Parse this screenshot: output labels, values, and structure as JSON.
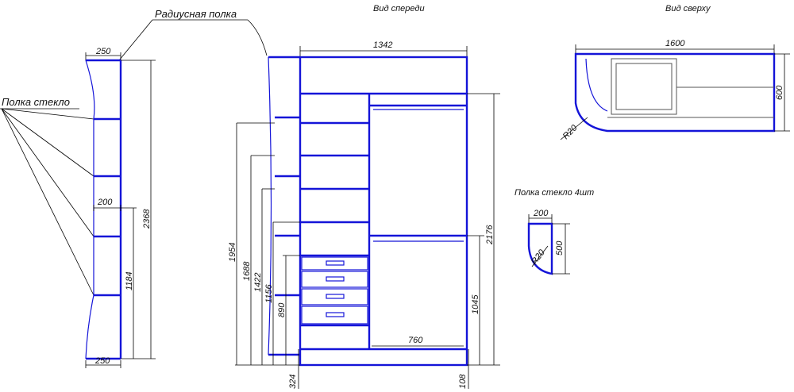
{
  "titles": {
    "front_view": "Вид спереди",
    "top_view": "Вид сверху",
    "glass_shelf_set": "Полка стекло 4шт"
  },
  "callouts": {
    "radius_shelf": "Радиусная полка",
    "glass_shelf": "Полка стекло"
  },
  "side_view": {
    "top_width": "250",
    "bottom_width": "250",
    "shelf_depth": "200",
    "height_total": "2368",
    "height_lower": "1184"
  },
  "front_view": {
    "total_width": "1342",
    "rail_width": "760",
    "level_heights": [
      "1954",
      "1688",
      "1422",
      "1156",
      "890"
    ],
    "plinth_height": "324",
    "right_total_height": "2176",
    "right_rail_height": "1045",
    "right_plinth": "108"
  },
  "top_view": {
    "width": "1600",
    "depth": "600",
    "radius": "R20"
  },
  "glass_shelf_view": {
    "width": "200",
    "depth": "500",
    "radius": "R20"
  }
}
